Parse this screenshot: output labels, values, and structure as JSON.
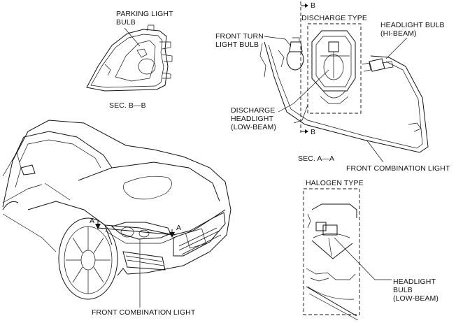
{
  "labels": {
    "parking_light_bulb": "PARKING LIGHT\nBULB",
    "sec_bb": "SEC. B—B",
    "b_top": "B",
    "b_bottom": "B",
    "discharge_type": "DISCHARGE TYPE",
    "front_turn_light_bulb": "FRONT TURN\nLIGHT BULB",
    "headlight_bulb_hi": "HEADLIGHT BULB\n(HI-BEAM)",
    "discharge_headlight": "DISCHARGE\nHEADLIGHT\n(LOW-BEAM)",
    "sec_aa": "SEC. A—A",
    "front_combination_light_right": "FRONT COMBINATION LIGHT",
    "halogen_type": "HALOGEN TYPE",
    "headlight_bulb_low": "HEADLIGHT BULB\n(LOW-BEAM)",
    "a_left": "A",
    "a_right": "A",
    "front_combination_light_bottom": "FRONT COMBINATION LIGHT"
  }
}
